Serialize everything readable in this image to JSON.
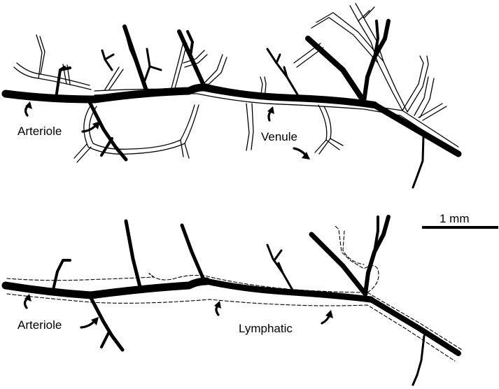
{
  "labels": {
    "top_arteriole": "Arteriole",
    "top_venule": "Venule",
    "bottom_arteriole": "Arteriole",
    "bottom_lymphatic": "Lymphatic"
  },
  "scale_bar": {
    "label": "1 mm"
  }
}
